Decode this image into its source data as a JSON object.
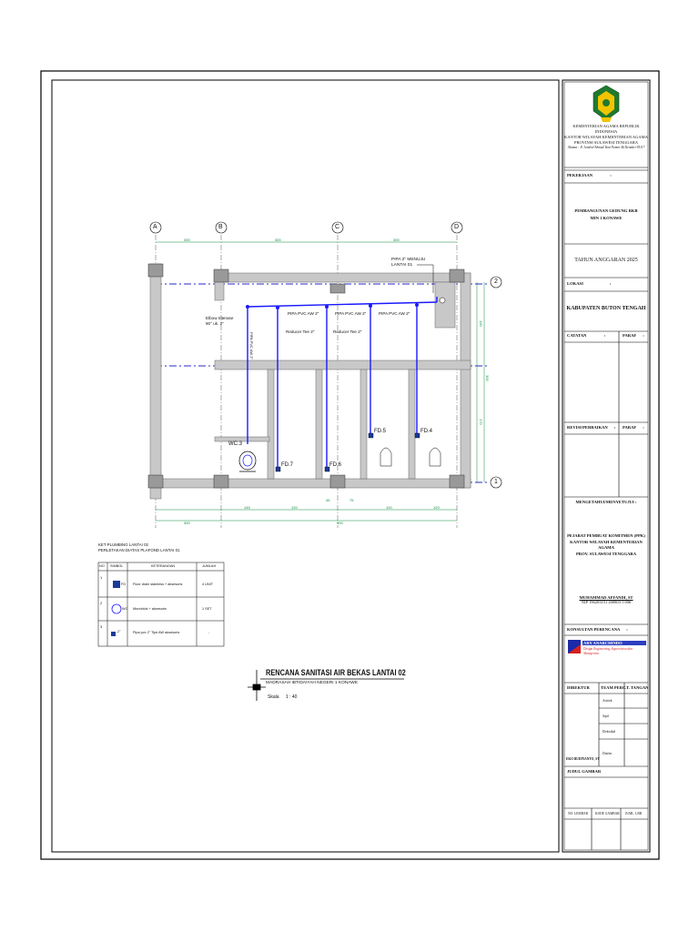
{
  "title_block": {
    "institution": [
      "KEMENTERIAN AGAMA REPUBLIK INDONESIA",
      "KANTOR WILAYAH KEMENTERIAN AGAMA",
      "PROVINSI SULAWESI TENGGARA"
    ],
    "address": "Alamat : Jl. Jendral Ahmad Yani Nomor 46 Kendari 93117",
    "pekerjaan_label": "PEKERJAAN",
    "project_line1": "PEMBANGUNAN GEDUNG RKB",
    "project_line2": "MIN 1 KONAWE",
    "year": "TAHUN ANGGARAN 2025",
    "lokasi_label": "LOKASI",
    "location": "KABUPATEN BUTON TENGAH",
    "catatan_label": "CATATAN",
    "paraf_label": "PARAF",
    "revisi_label": "REVISI/PERBAIKAN",
    "mengetahui_label": "MENGETAHUI/MENYETUJUI :",
    "official_line1": "PEJABAT PEMBUAT KOMITMEN (PPK)",
    "official_line2": "KANTOR WILAYAH KEMENTERIAN AGAMA",
    "official_line3": "PROV. SULAWESI TENGGARA",
    "official_name": "MUHAMMAD AFFANDI, ST",
    "official_nip": "NIP 196203151 200803 1 006",
    "konsultan_label": "KONSULTAN PERENCANA",
    "consultant_name": "ARY ANARCHINDO CONSULTAN",
    "consultant_tag": "Design Engineering, Supervision dan Manajemen",
    "direktur_label": "DIREKTUR",
    "team_label": "TEAM PERC.",
    "ttangan_label": "T. TANGAN",
    "team_roles": [
      "Arsitek",
      "Sipil",
      "Elektrikal",
      "Drafter"
    ],
    "director_name": "EKO BUDIYANTO, ST",
    "judul_label": "JUDUL GAMBAR",
    "no_lembar_label": "NO. LEMBAR",
    "kode_gambar_label": "KODE GAMBAR",
    "juml_lbr_label": "JUML. LBR"
  },
  "drawing": {
    "grid_letters": [
      "A",
      "B",
      "C",
      "D"
    ],
    "grid_numbers": [
      "2",
      "1"
    ],
    "annotations": {
      "pipe_down": "PIPA 2\" MENUJU",
      "pipe_down2": "LANTAI 01",
      "elbow": "Elbow Interase",
      "elbow2": "90° uk. 2\"",
      "pvc1": "PIPA PVC AW 2\"",
      "pvc2": "PIPA PVC AW 2\"",
      "pvc3": "PIPA PVC AW 2\"",
      "reducer1": "Reducer Tee 2\"",
      "reducer2": "Reducer Tee 2\"",
      "vert_pipe": "PIPA PVC AW 2\"",
      "fd7": "FD.7",
      "fd6": "FD.6",
      "fd5": "FD.5",
      "fd4": "FD.4",
      "wc": "WC.3"
    },
    "dims_top": [
      "300",
      "300",
      "300"
    ],
    "dims_bottom": [
      "145",
      "120",
      "45",
      "75",
      "120",
      "120"
    ],
    "dims_total": [
      "300",
      "900"
    ],
    "dims_right": [
      "130",
      "300",
      "170"
    ]
  },
  "legend": {
    "heading1": "KET PLUMBING LANTAI 02",
    "heading2": "PERLETAKAN DIATAS PLAFOND LANTAI 01",
    "columns": [
      "NO",
      "SIMBOL",
      "KETERANGAN",
      "JUMLAH"
    ],
    "rows": [
      {
        "no": "1",
        "symbol": "FD",
        "desc": "Floor drain stainless + aksesoris",
        "qty": "4 UNIT"
      },
      {
        "no": "2",
        "symbol": "WC",
        "desc": "Monoblok + aksesoris",
        "qty": "1 SET"
      },
      {
        "no": "3",
        "symbol": "2\"",
        "desc": "Pipa pvc 2\" Tipe AW aksesoris",
        "qty": "-"
      }
    ]
  },
  "caption": {
    "title": "RENCANA SANITASI AIR BEKAS LANTAI 02",
    "subtitle": "MADRASAH IBTIDAIYAH NEGERI 1 KONAWE",
    "scale_label": "Skala",
    "scale_value": "1 : 40"
  },
  "colors": {
    "pipe": "#1a1aff",
    "dim": "#0a8a3a",
    "wall": "#c8c8c8",
    "axis": "#2a2acc"
  }
}
